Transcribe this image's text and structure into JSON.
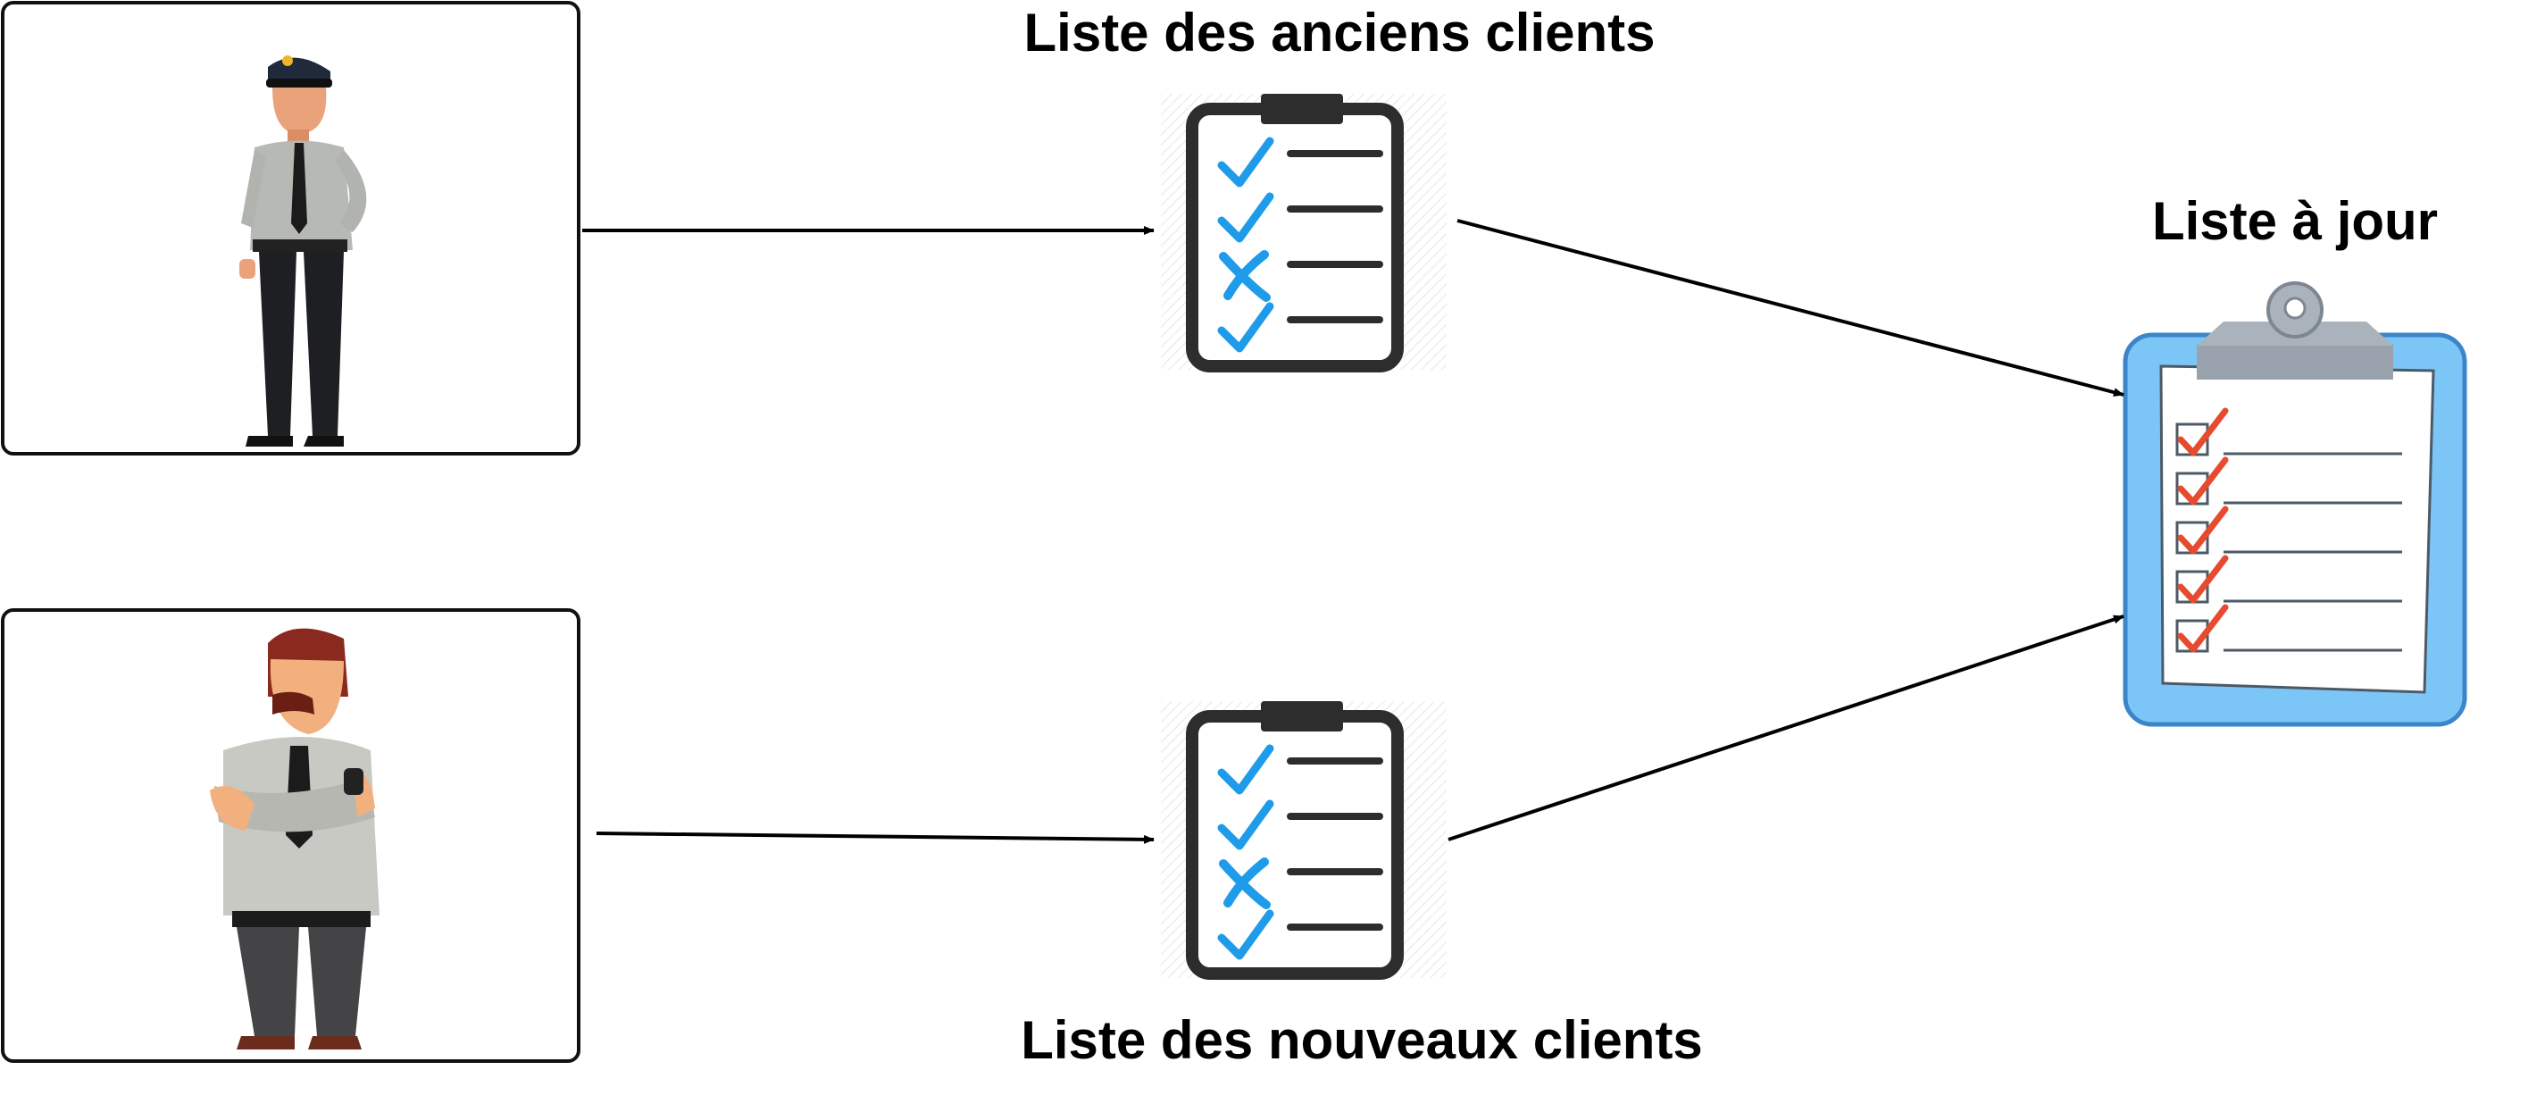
{
  "labels": {
    "old_list": "Liste des anciens clients",
    "new_list": "Liste des nouveaux clients",
    "updated_list": "Liste à jour"
  },
  "colors": {
    "box_border": "#111111",
    "arrow": "#000000",
    "checklist_frame": "#2d2d2d",
    "check_blue": "#1e9be9",
    "clipboard_blue": "#7cc6f7",
    "clipboard_border": "#3a86c8",
    "clip_gray": "#9aa3ad",
    "check_red": "#e64a2f"
  },
  "icons": {
    "guard_1": "security-guard-standing",
    "guard_2": "security-guard-arms-crossed",
    "checklist_old": "checklist-icon",
    "checklist_new": "checklist-icon",
    "clipboard": "clipboard-checklist-icon"
  }
}
